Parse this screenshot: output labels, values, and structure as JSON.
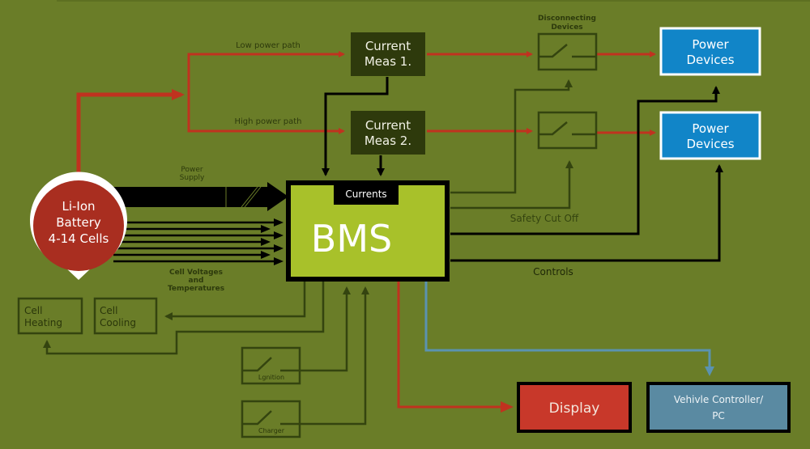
{
  "diagram": {
    "title": "Battery Management System block diagram",
    "colors": {
      "background": "#6a7d28",
      "bms": "#a8c12a",
      "battery": "#a92e20",
      "current_meas": "#2e3a0c",
      "power_devices": "#1185c8",
      "display": "#c8382a",
      "vehicle_controller": "#5a8aa2",
      "power_path": "#c0321f",
      "signal_dark": "#34440f",
      "data_link": "#5b93b0"
    },
    "nodes": {
      "battery": {
        "line1": "Li-Ion",
        "line2": "Battery",
        "line3": "4-14 Cells"
      },
      "bms": {
        "label": "BMS",
        "tab": "Currents"
      },
      "current_meas_1": {
        "line1": "Current",
        "line2": "Meas 1."
      },
      "current_meas_2": {
        "line1": "Current",
        "line2": "Meas 2."
      },
      "disconnecting_devices": {
        "line1": "Disconnecting",
        "line2": "Devices"
      },
      "power_devices_1": {
        "line1": "Power",
        "line2": "Devices"
      },
      "power_devices_2": {
        "line1": "Power",
        "line2": "Devices"
      },
      "cell_heating": {
        "line1": "Cell",
        "line2": "Heating"
      },
      "cell_cooling": {
        "line1": "Cell",
        "line2": "Cooling"
      },
      "ignition": {
        "label": "Lgnition"
      },
      "charger": {
        "label": "Charger"
      },
      "display": {
        "label": "Display"
      },
      "vehicle_controller": {
        "line1": "Vehivle Controller/",
        "line2": "PC"
      }
    },
    "edge_labels": {
      "low_power_path": "Low power path",
      "high_power_path": "High power path",
      "power_supply_1": "Power",
      "power_supply_2": "Supply",
      "cell_voltages_1": "Cell Voltages",
      "cell_voltages_2": "and",
      "cell_voltages_3": "Temperatures",
      "safety_cut_off": "Safety Cut Off",
      "controls": "Controls"
    }
  }
}
